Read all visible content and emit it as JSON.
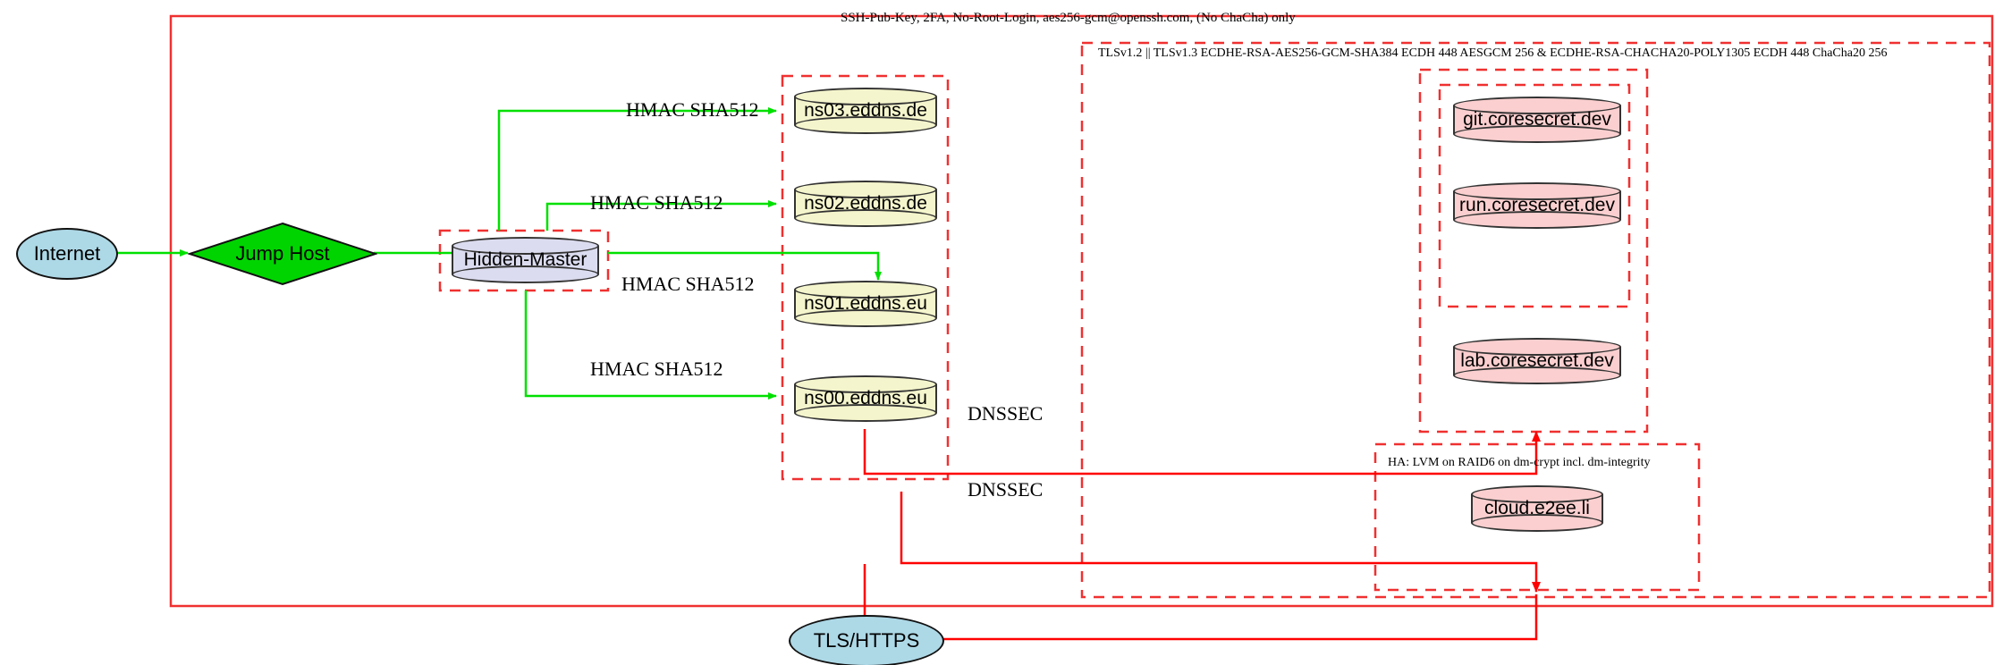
{
  "diagram": {
    "title_label": "SSH-Pub-Key, 2FA, No-Root-Login, aes256-gcm@openssh.com, (No ChaCha) only",
    "clusters": {
      "tls": "TLSv1.2 || TLSv1.3 ECDHE-RSA-AES256-GCM-SHA384 ECDH 448 AESGCM 256 & ECDHE-RSA-CHACHA20-POLY1305 ECDH 448 ChaCha20 256",
      "ha": "HA: LVM on RAID6 on dm-crypt incl. dm-integrity"
    },
    "nodes": {
      "internet": "Internet",
      "jump_host": "Jump Host",
      "hidden_master": "Hidden-Master",
      "ns03": "ns03.eddns.de",
      "ns02": "ns02.eddns.de",
      "ns01": "ns01.eddns.eu",
      "ns00": "ns00.eddns.eu",
      "git": "git.coresecret.dev",
      "run": "run.coresecret.dev",
      "lab": "lab.coresecret.dev",
      "cloud": "cloud.e2ee.li",
      "tls_https": "TLS/HTTPS"
    },
    "edge_labels": {
      "hmac_ns03": "HMAC SHA512",
      "hmac_ns02": "HMAC SHA512",
      "hmac_ns01": "HMAC SHA512",
      "hmac_ns00": "HMAC SHA512",
      "dnssec_1": "DNSSEC",
      "dnssec_2": "DNSSEC"
    },
    "colors": {
      "boundary_red": "#f03030",
      "edge_green": "#00e000",
      "edge_red": "#ff0000",
      "ellipse_fill": "#add8e6",
      "diamond_fill": "#00d400",
      "master_fill": "#dcdcf0",
      "dns_fill": "#f5f5cd",
      "service_fill": "#fbcfcf"
    }
  }
}
